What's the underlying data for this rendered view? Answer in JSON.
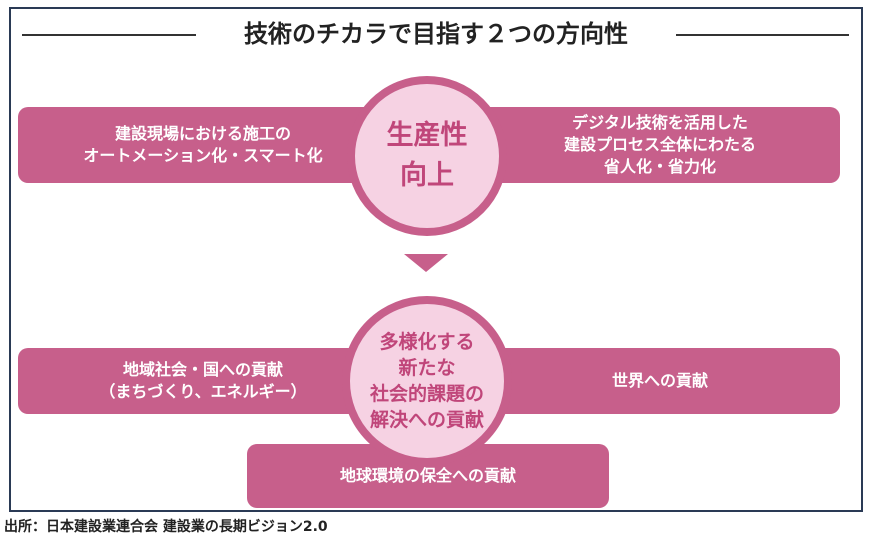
{
  "title": "技術のチカラで目指す２つの方向性",
  "colors": {
    "accent": "#c75f8b",
    "circle_fill": "#f6d2e3",
    "circle_text": "#c0467a",
    "frame": "#2a3a55"
  },
  "top": {
    "left_bar": [
      "建設現場における施工の",
      "オートメーション化・スマート化"
    ],
    "circle": [
      "生産性",
      "向上"
    ],
    "right_bar": [
      "デジタル技術を活用した",
      "建設プロセス全体にわたる",
      "省人化・省力化"
    ]
  },
  "bottom": {
    "left_bar": [
      "地域社会・国への貢献",
      "（まちづくり、エネルギー）"
    ],
    "circle": [
      "多様化する",
      "新たな",
      "社会的課題の",
      "解決への貢献"
    ],
    "right_bar": [
      "世界への貢献"
    ],
    "bottom_bar": [
      "地球環境の保全への貢献"
    ]
  },
  "source": "出所：日本建設業連合会 建設業の長期ビジョン2.0"
}
